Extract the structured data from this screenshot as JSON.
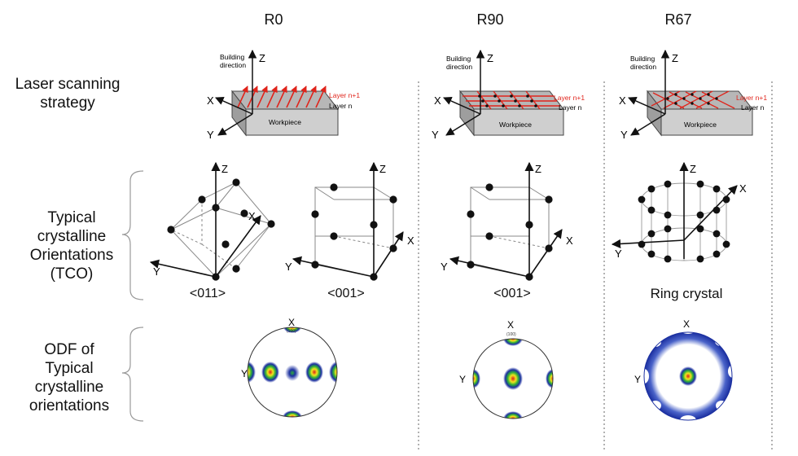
{
  "rows": {
    "laser": "Laser scanning strategy",
    "tco": "Typical crystalline Orientations (TCO)",
    "odf": "ODF of Typical crystalline orientations"
  },
  "columns": [
    {
      "title": "R0"
    },
    {
      "title": "R90"
    },
    {
      "title": "R67"
    }
  ],
  "schematic": {
    "building_direction": "Building direction",
    "layer_top": "Layer n+1",
    "layer_bottom": "Layer n",
    "workpiece": "Workpiece",
    "axis_x": "X",
    "axis_y": "Y",
    "axis_z": "Z"
  },
  "tco_captions": {
    "r0_a": "<011>",
    "r0_b": "<001>",
    "r90": "<001>",
    "r67": "Ring crystal"
  },
  "odf": {
    "axis_x": "X",
    "axis_y": "Y",
    "tiny_label": "(100)"
  },
  "colors": {
    "scan_red": "#e0241b",
    "workpiece_top": "#b7b7b7",
    "workpiece_front": "#cfcfcf",
    "workpiece_side": "#9e9e9e",
    "pole_blue": "#1b2fa0",
    "pole_green": "#2fae3a",
    "pole_yellow": "#f2e51c",
    "pole_red": "#d9201a"
  }
}
